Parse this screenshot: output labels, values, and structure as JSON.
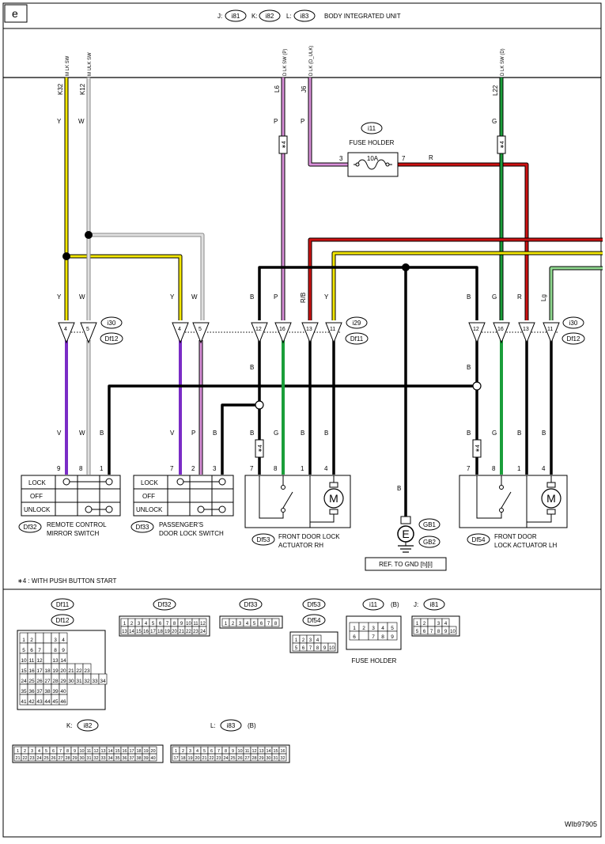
{
  "page": {
    "tag": "e",
    "header_j": "J:",
    "header_k": "K:",
    "header_l": "L:",
    "header_i81": "i81",
    "header_i82": "i82",
    "header_i83": "i83",
    "header_title": "BODY INTEGRATED UNIT",
    "ref_code": "WIb97905"
  },
  "colors": {
    "yellow": "#f2e600",
    "white": "#c8c8c8",
    "pink": "#d98fd9",
    "green": "#1a9e3a",
    "red": "#cc1111",
    "violet": "#7a2cc6",
    "black": "#000000",
    "light_green": "#8fd88f"
  },
  "top_pins": {
    "m_lk_sw": "M LK SW",
    "m_ulk_sw": "M ULK SW",
    "d_lk_sw_p": "D LK SW (P)",
    "d_lk_d_ulk": "D LK (D_ULK)",
    "d_lk_sw_d": "D LK SW (D)",
    "k32": "K32",
    "k12": "K12",
    "l6": "L6",
    "j6": "J6",
    "l22": "L22"
  },
  "wire_labels": {
    "y": "Y",
    "w": "W",
    "p": "P",
    "g": "G",
    "r": "R",
    "b": "B",
    "rb": "R/B",
    "lg": "Lg",
    "v": "V"
  },
  "fuse": {
    "connector": "i11",
    "title": "FUSE HOLDER",
    "rating": "10A",
    "pin_in": "3",
    "pin_out": "7"
  },
  "star4": "∗4",
  "connector_pins": {
    "p4": "4",
    "p5": "5",
    "p12": "12",
    "p16": "16",
    "p13": "13",
    "p11": "11"
  },
  "connector_refs": {
    "i30": "i30",
    "df12": "Df12",
    "i29": "i29",
    "df11": "Df11"
  },
  "switch_pins": {
    "s9": "9",
    "s8": "8",
    "s1": "1",
    "s7": "7",
    "s2": "2",
    "s3": "3",
    "s4": "4"
  },
  "switch_positions": {
    "lock": "LOCK",
    "off": "OFF",
    "unlock": "UNLOCK"
  },
  "components": {
    "df32": "Df32",
    "df32_name1": "REMOTE CONTROL",
    "df32_name2": "MIRROR SWITCH",
    "df33": "Df33",
    "df33_name1": "PASSENGER'S",
    "df33_name2": "DOOR LOCK SWITCH",
    "df53": "Df53",
    "df53_name1": "FRONT DOOR LOCK",
    "df53_name2": "ACTUATOR RH",
    "df54": "Df54",
    "df54_name1": "FRONT DOOR",
    "df54_name2": "LOCK ACTUATOR LH",
    "motor": "M",
    "ground_e": "E",
    "gb1": "GB1",
    "gb2": "GB2",
    "ground_ref": "REF. TO GND [h][i]"
  },
  "note": "∗4 : WITH PUSH BUTTON START",
  "connector_views": {
    "df11": "Df11",
    "df12": "Df12",
    "df32": "Df32",
    "df33": "Df33",
    "df53": "Df53",
    "df54": "Df54",
    "i11": "i11",
    "i11_suffix": "(B)",
    "i11_caption": "FUSE HOLDER",
    "j_prefix": "J:",
    "i81": "i81",
    "k_prefix": "K:",
    "i82": "i82",
    "l_prefix": "L:",
    "i83": "i83",
    "i83_suffix": "(B)",
    "df11_rows": [
      [
        "1",
        "2",
        "",
        "",
        "3",
        "4"
      ],
      [
        "5",
        "6",
        "7",
        "",
        "8",
        "9"
      ],
      [
        "10",
        "11",
        "12",
        "",
        "13",
        "14"
      ],
      [
        "15",
        "16",
        "17",
        "18",
        "19",
        "20",
        "21",
        "22",
        "23"
      ],
      [
        "24",
        "25",
        "26",
        "27",
        "28",
        "29",
        "30",
        "31",
        "32",
        "33",
        "34"
      ],
      [
        "35",
        "36",
        "37",
        "38",
        "39",
        "40"
      ],
      [
        "41",
        "42",
        "43",
        "44",
        "45",
        "46"
      ]
    ],
    "df32_rows": [
      [
        "1",
        "2",
        "3",
        "4",
        "5",
        "6",
        "7",
        "8",
        "9",
        "10",
        "11",
        "12"
      ],
      [
        "13",
        "14",
        "15",
        "16",
        "17",
        "18",
        "19",
        "20",
        "21",
        "22",
        "23",
        "24"
      ]
    ],
    "df33_rows": [
      [
        "1",
        "2",
        "3",
        "4",
        "5",
        "6",
        "7",
        "8"
      ]
    ],
    "df53_rows": [
      [
        "1",
        "2",
        "3",
        "4"
      ],
      [
        "5",
        "6",
        "7",
        "8",
        "9",
        "10"
      ]
    ],
    "i11_rows": [
      [
        "1",
        "2",
        "3",
        "4",
        "5"
      ],
      [
        "6",
        "",
        "7",
        "8",
        "9"
      ]
    ],
    "i81_rows": [
      [
        "1",
        "2",
        "",
        "3",
        "4"
      ],
      [
        "5",
        "6",
        "7",
        "8",
        "9",
        "10"
      ]
    ],
    "i82_rows": [
      [
        "1",
        "2",
        "3",
        "4",
        "5",
        "6",
        "7",
        "8",
        "9",
        "10",
        "11",
        "12",
        "13",
        "14",
        "15",
        "16",
        "17",
        "18",
        "19",
        "20"
      ],
      [
        "21",
        "22",
        "23",
        "24",
        "25",
        "26",
        "27",
        "28",
        "29",
        "30",
        "31",
        "32",
        "33",
        "34",
        "35",
        "36",
        "37",
        "38",
        "39",
        "40"
      ]
    ],
    "i83_rows": [
      [
        "1",
        "2",
        "3",
        "4",
        "5",
        "6",
        "7",
        "8",
        "9",
        "10",
        "11",
        "12",
        "13",
        "14",
        "15",
        "16"
      ],
      [
        "17",
        "18",
        "19",
        "20",
        "21",
        "22",
        "23",
        "24",
        "25",
        "26",
        "27",
        "28",
        "29",
        "30",
        "31",
        "32"
      ]
    ]
  }
}
